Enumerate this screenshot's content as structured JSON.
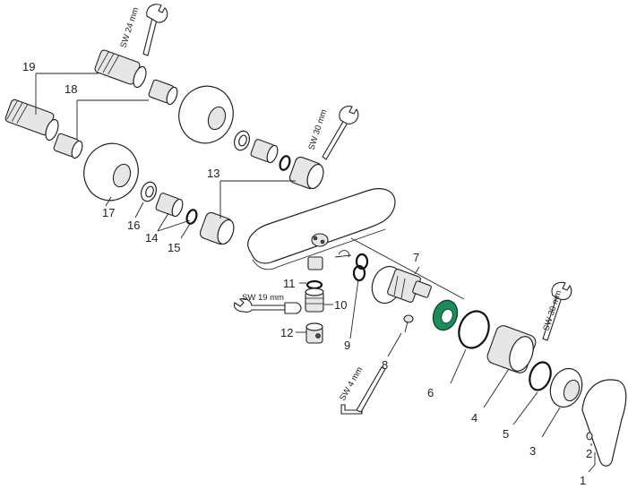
{
  "part_numbers": {
    "n1": "1",
    "n2": "2",
    "n3": "3",
    "n4": "4",
    "n5": "5",
    "n6": "6",
    "n7": "7",
    "n8": "8",
    "n9": "9",
    "n10": "10",
    "n11": "11",
    "n12": "12",
    "n13": "13",
    "n14": "14",
    "n15": "15",
    "n16": "16",
    "n17": "17",
    "n18": "18",
    "n19": "19"
  },
  "tool_labels": {
    "sw24": "SW 24 mm",
    "sw30_top": "SW 30 mm",
    "sw19": "SW 19 mm",
    "sw30_right": "SW 30 mm",
    "sw4": "SW 4 mm"
  },
  "colors": {
    "line": "#222222",
    "cartridge_nut": "#1f8a5a"
  }
}
